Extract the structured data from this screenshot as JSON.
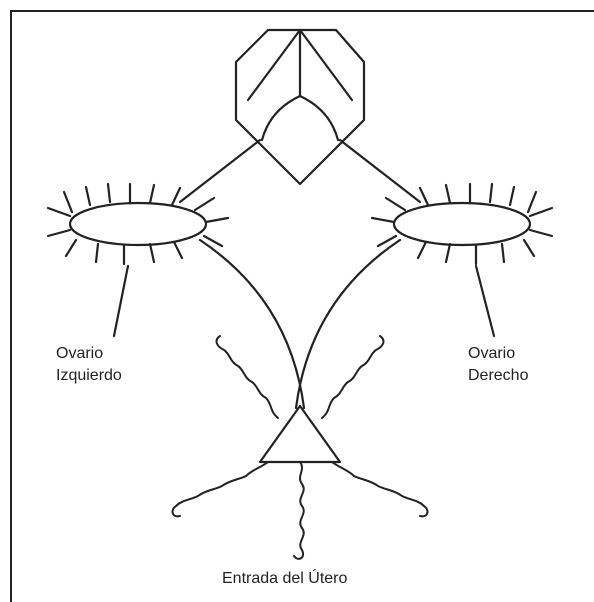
{
  "labels": {
    "left_ovary_line1": "Ovario",
    "left_ovary_line2": "Izquierdo",
    "right_ovary_line1": "Ovario",
    "right_ovary_line2": "Derecho",
    "uterus_entrance": "Entrada del Útero"
  }
}
